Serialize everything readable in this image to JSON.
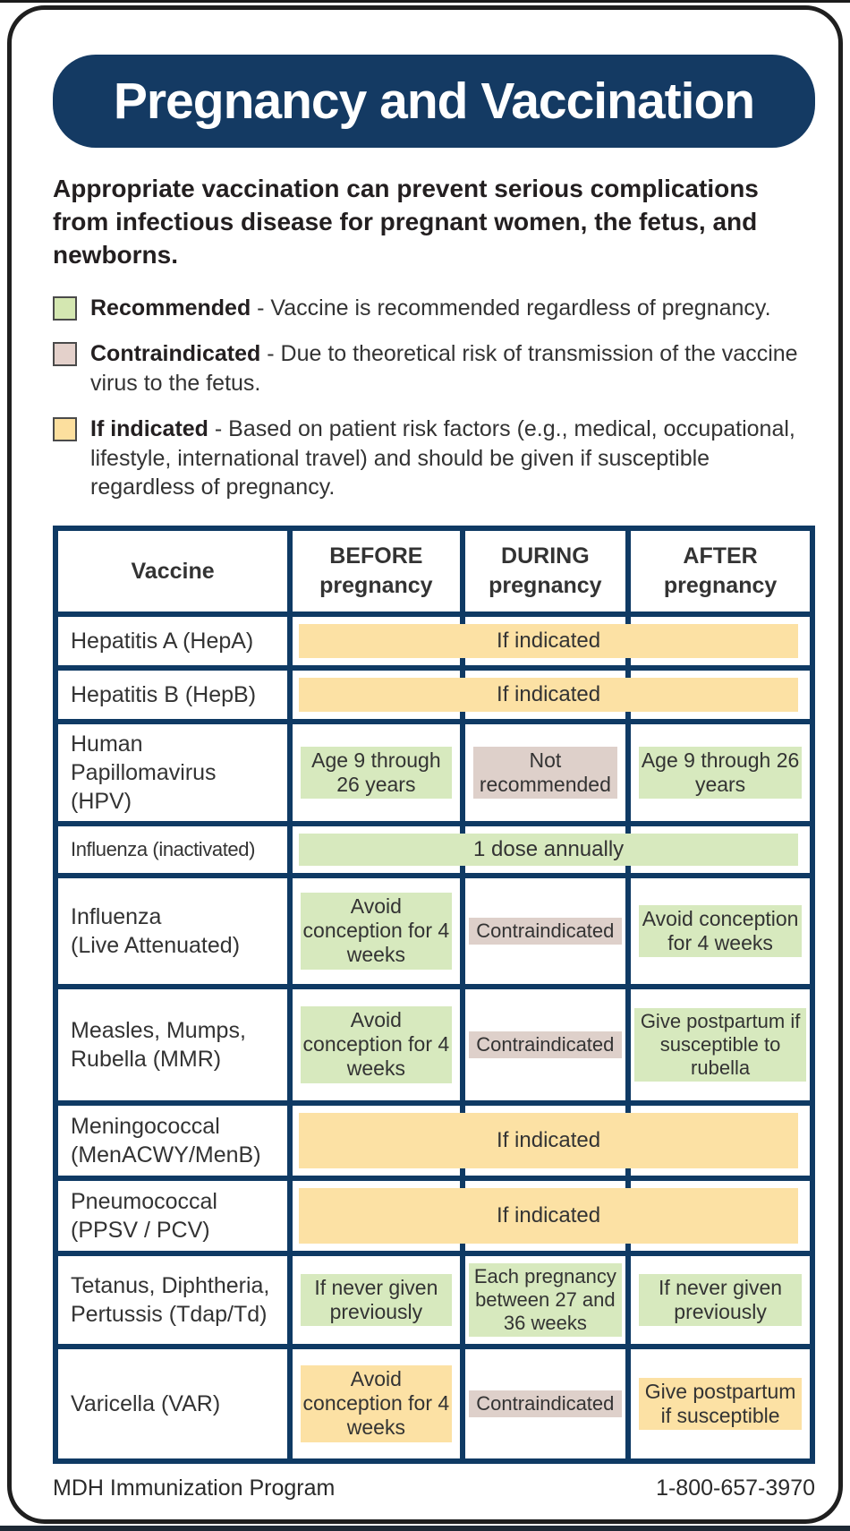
{
  "title": "Pregnancy and Vaccination",
  "intro": "Appropriate vaccination can prevent serious complications from infectious disease for pregnant women, the fetus, and newborns.",
  "legend": [
    {
      "term": "Recommended",
      "desc": " - Vaccine is recommended regardless of pregnancy.",
      "color_key": "green"
    },
    {
      "term": "Contraindicated",
      "desc": " - Due to theoretical risk of transmission of the vaccine virus to the fetus.",
      "color_key": "pink"
    },
    {
      "term": "If indicated",
      "desc": " - Based on patient risk factors (e.g., medical, occupational, lifestyle, international travel) and should be given if susceptible regardless of pregnancy.",
      "color_key": "yellow"
    }
  ],
  "table": {
    "headers": [
      {
        "lines": [
          "Vaccine"
        ]
      },
      {
        "lines": [
          "BEFORE",
          "pregnancy"
        ]
      },
      {
        "lines": [
          "DURING",
          "pregnancy"
        ]
      },
      {
        "lines": [
          "AFTER",
          "pregnancy"
        ]
      }
    ],
    "rows": [
      {
        "vaccine_lines": [
          "Hepatitis A (HepA)"
        ],
        "span": {
          "text": "If indicated",
          "color_key": "yellow"
        }
      },
      {
        "vaccine_lines": [
          "Hepatitis B (HepB)"
        ],
        "span": {
          "text": "If indicated",
          "color_key": "yellow"
        }
      },
      {
        "vaccine_lines": [
          "Human",
          "Papillomavirus (HPV)"
        ],
        "cells": [
          {
            "text": "Age 9 through 26 years",
            "color_key": "green"
          },
          {
            "text": "Not recommended",
            "color_key": "pink"
          },
          {
            "text": "Age 9 through 26 years",
            "color_key": "green"
          }
        ]
      },
      {
        "vaccine_lines": [
          "Influenza (inactivated)"
        ],
        "span": {
          "text": "1 dose annually",
          "color_key": "green"
        }
      },
      {
        "vaccine_lines": [
          "Influenza",
          "(Live Attenuated)"
        ],
        "cells": [
          {
            "text": "Avoid conception for 4 weeks",
            "color_key": "green"
          },
          {
            "text": "Contraindicated",
            "color_key": "pink"
          },
          {
            "text": "Avoid conception for 4 weeks",
            "color_key": "green"
          }
        ]
      },
      {
        "vaccine_lines": [
          "Measles, Mumps,",
          "Rubella (MMR)"
        ],
        "cells": [
          {
            "text": "Avoid conception for 4 weeks",
            "color_key": "green"
          },
          {
            "text": "Contraindicated",
            "color_key": "pink"
          },
          {
            "text": "Give postpartum if susceptible to rubella",
            "color_key": "green"
          }
        ]
      },
      {
        "vaccine_lines": [
          "Meningococcal",
          "(MenACWY/MenB)"
        ],
        "span": {
          "text": "If indicated",
          "color_key": "yellow"
        }
      },
      {
        "vaccine_lines": [
          "Pneumococcal",
          "(PPSV / PCV)"
        ],
        "span": {
          "text": "If indicated",
          "color_key": "yellow"
        }
      },
      {
        "vaccine_lines": [
          "Tetanus, Diphtheria,",
          "Pertussis (Tdap/Td)"
        ],
        "cells": [
          {
            "text": "If never given previously",
            "color_key": "green"
          },
          {
            "text": "Each pregnancy between 27 and 36 weeks",
            "color_key": "green"
          },
          {
            "text": "If never given previously",
            "color_key": "green"
          }
        ]
      },
      {
        "vaccine_lines": [
          "Varicella (VAR)"
        ],
        "cells": [
          {
            "text": "Avoid conception for 4 weeks",
            "color_key": "yellow"
          },
          {
            "text": "Contraindicated",
            "color_key": "pink"
          },
          {
            "text": "Give postpartum if susceptible",
            "color_key": "yellow"
          }
        ]
      }
    ]
  },
  "footer": {
    "left": "MDH Immunization Program",
    "right": "1-800-657-3970"
  },
  "colors": {
    "green": "#d7e9be",
    "yellow": "#fce1a4",
    "pink": "#ded0ca",
    "legend_green": "#d4e7b1",
    "legend_yellow": "#fcdf9e",
    "legend_pink": "#e4d1cb",
    "banner_navy": "#143a63",
    "table_border_navy": "#0f3a64"
  }
}
